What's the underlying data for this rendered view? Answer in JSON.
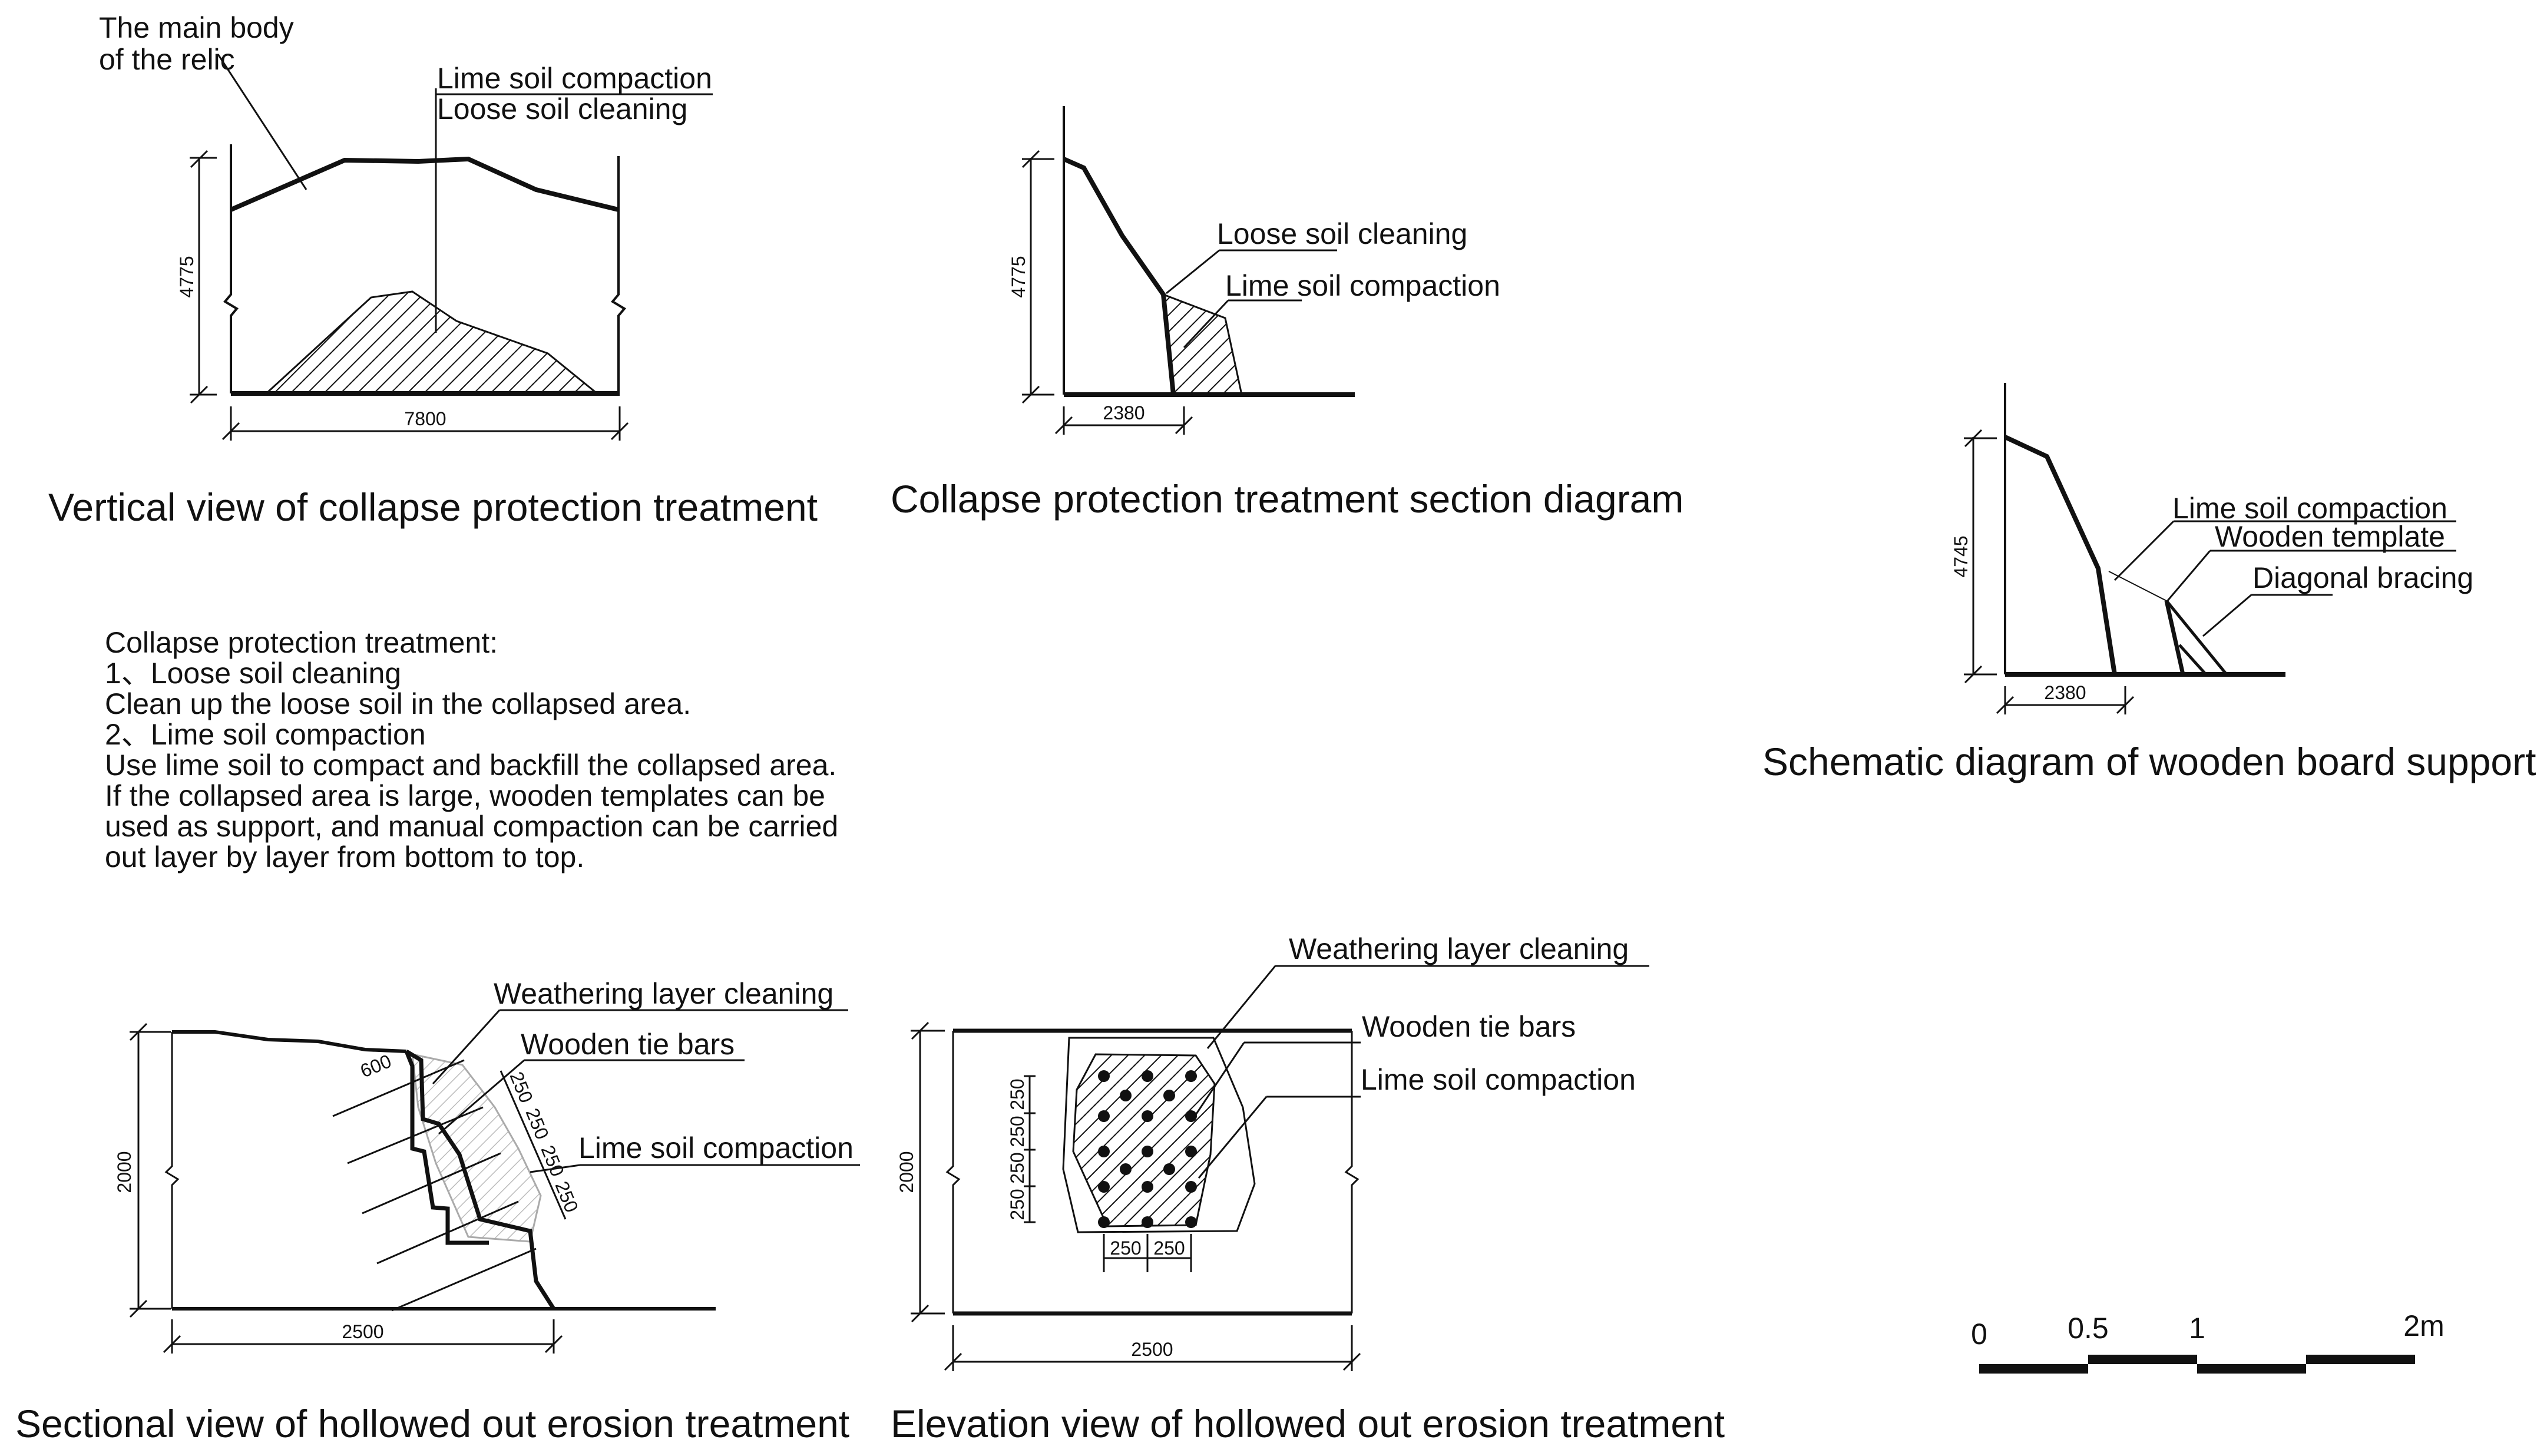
{
  "colors": {
    "ink": "#111111",
    "paper": "#ffffff"
  },
  "vertical_view": {
    "title": "Vertical view of collapse protection treatment",
    "label_main_body_1": "The main body",
    "label_main_body_2": "of the relic",
    "label_lime": "Lime soil compaction",
    "label_loose": "Loose soil cleaning",
    "dim_height": "4775",
    "dim_width": "7800"
  },
  "section_diagram": {
    "title": "Collapse protection treatment section diagram",
    "label_loose": "Loose soil cleaning",
    "label_lime": "Lime soil compaction",
    "dim_height": "4775",
    "dim_width": "2380"
  },
  "wooden_support": {
    "title": "Schematic diagram of wooden board support",
    "label_lime": "Lime soil compaction",
    "label_template": "Wooden template",
    "label_bracing": "Diagonal bracing",
    "dim_height": "4745",
    "dim_width": "2380"
  },
  "notes": {
    "lines": [
      "Collapse protection treatment:",
      "1、Loose soil cleaning",
      "Clean up the loose soil in the collapsed area.",
      "2、Lime soil compaction",
      "Use lime soil to compact and backfill the collapsed area.",
      "If the collapsed area is large, wooden templates can be",
      "used as support, and manual compaction can be carried",
      "out layer by layer from bottom to top."
    ]
  },
  "sectional_erosion": {
    "title": "Sectional view of hollowed out erosion treatment",
    "label_weathering": "Weathering layer cleaning",
    "label_tie_bars": "Wooden tie bars",
    "label_lime": "Lime soil compaction",
    "dim_height": "2000",
    "dim_width": "2500",
    "dim_600": "600",
    "dim_spacing": [
      "250",
      "250",
      "250",
      "250"
    ]
  },
  "elevation_erosion": {
    "title": "Elevation view of hollowed out erosion treatment",
    "label_weathering": "Weathering layer cleaning",
    "label_tie_bars": "Wooden tie bars",
    "label_lime": "Lime soil compaction",
    "dim_height": "2000",
    "dim_width": "2500",
    "dim_vertical": [
      "250",
      "250",
      "250",
      "250"
    ],
    "dim_horizontal": [
      "250",
      "250"
    ]
  },
  "scale_bar": {
    "labels": [
      "0",
      "0.5",
      "1",
      "2m"
    ]
  }
}
